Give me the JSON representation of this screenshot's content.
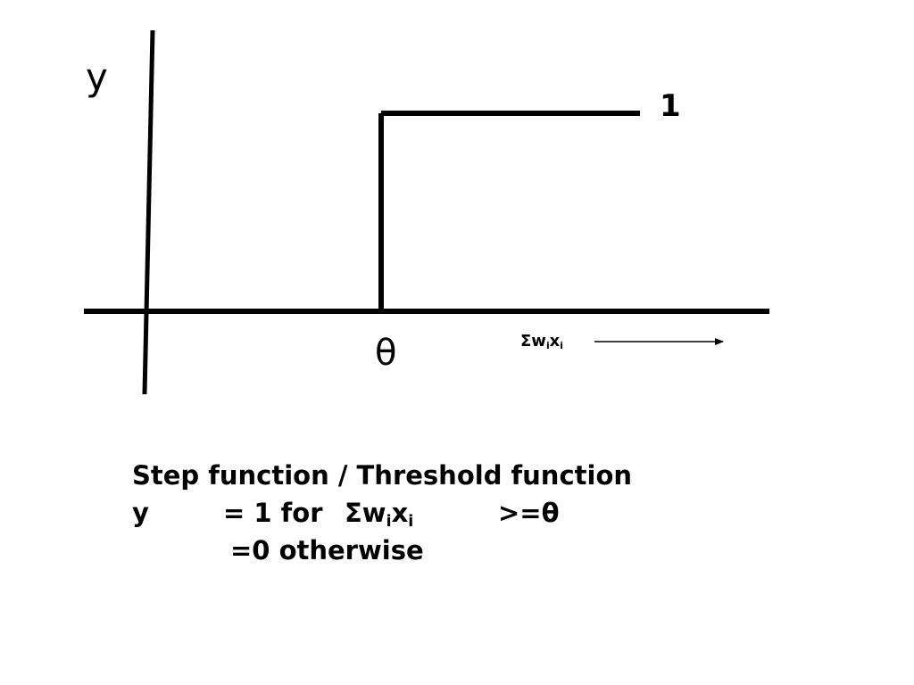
{
  "diagram": {
    "y_axis_label": "y",
    "step_high_label": "1",
    "threshold_label": "θ",
    "x_axis_label": {
      "sym": "Σw",
      "sub1": "i",
      "x": "x",
      "sub2": "i"
    },
    "colors": {
      "ink": "#000000",
      "background": "#ffffff"
    }
  },
  "caption": {
    "line1": "Step function / Threshold function",
    "line2": {
      "y": "y",
      "eq": "= 1 for",
      "sym": "Σw",
      "sub1": "i",
      "x": "x",
      "sub2": "i",
      "cond": ">=θ"
    },
    "line3": "=0 otherwise"
  }
}
